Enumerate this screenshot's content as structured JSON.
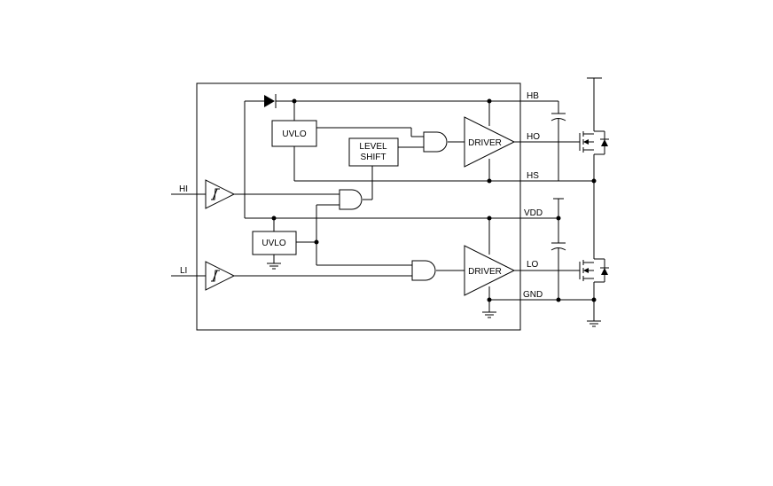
{
  "diagram": {
    "pins": {
      "hi": "HI",
      "li": "LI",
      "hb": "HB",
      "ho": "HO",
      "hs": "HS",
      "vdd": "VDD",
      "lo": "LO",
      "gnd": "GND"
    },
    "blocks": {
      "uvlo_high": "UVLO",
      "uvlo_low": "UVLO",
      "level_shift_line1": "LEVEL",
      "level_shift_line2": "SHIFT",
      "driver_high": "DRIVER",
      "driver_low": "DRIVER"
    }
  }
}
